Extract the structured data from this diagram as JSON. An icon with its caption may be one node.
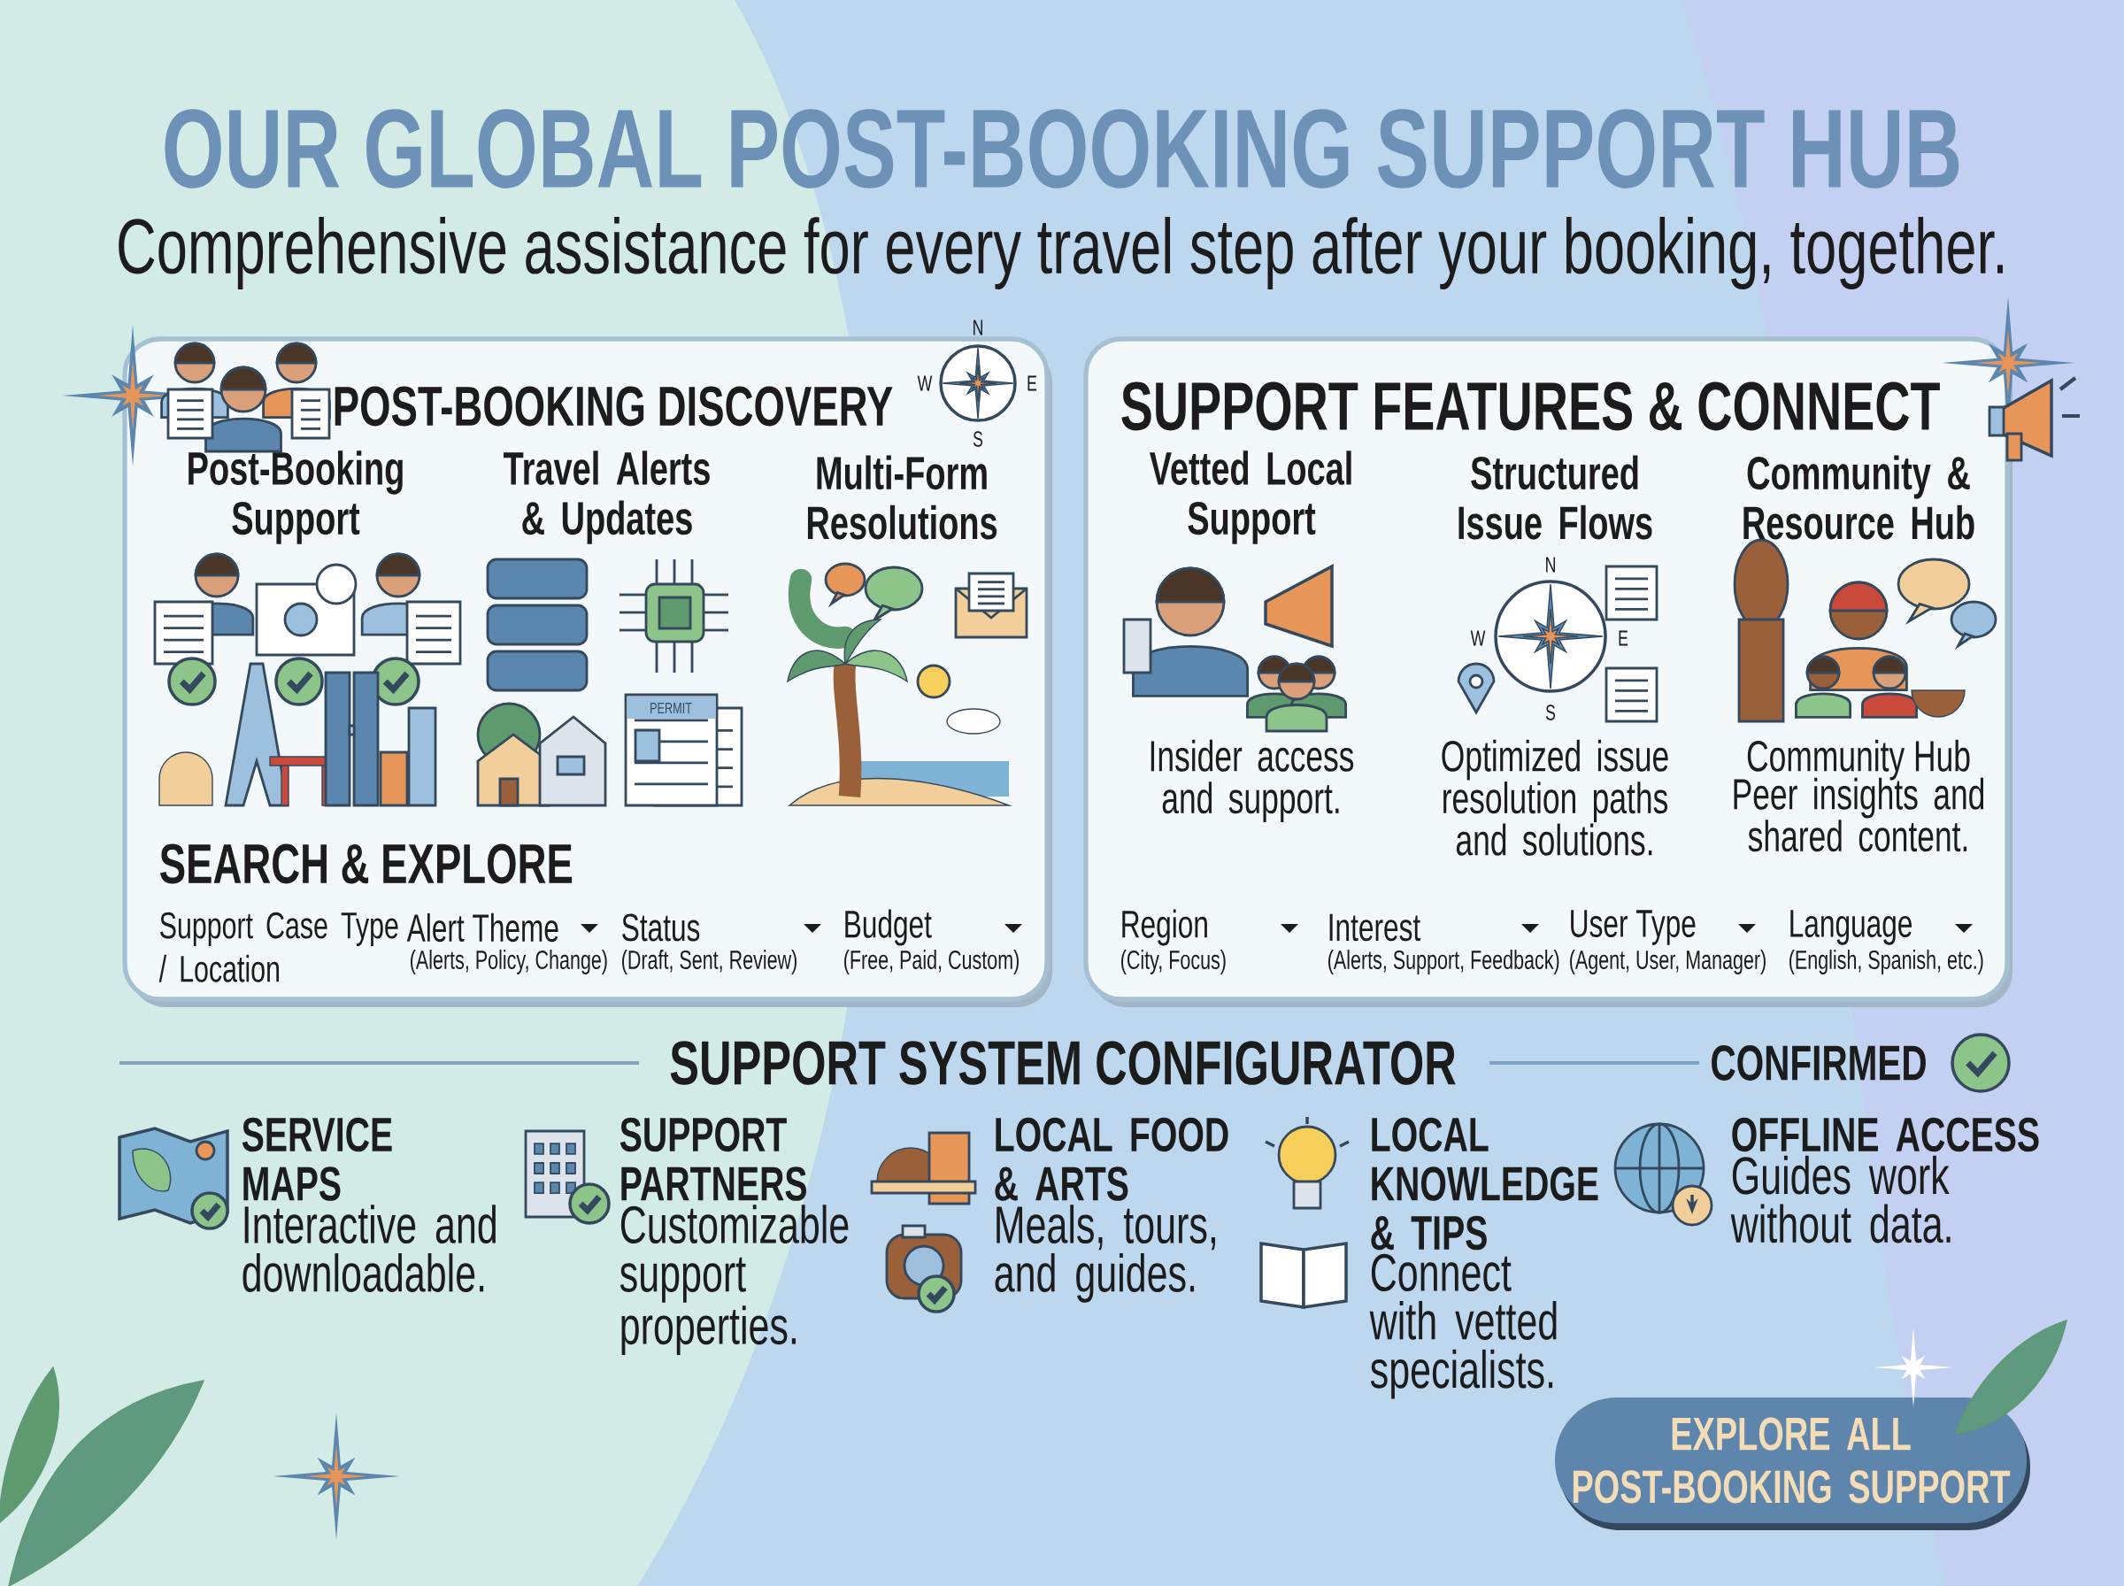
{
  "diagram": {
    "title": "OUR GLOBAL POST-BOOKING SUPPORT HUB",
    "nodes": [
      {
        "text": [
          "POST-BOOKING DISCOVERY"
        ]
      },
      {
        "text": [
          "SUPPORT FEATURES & CONNECT"
        ]
      },
      {
        "text": [
          "EXPLORE ALL POST-BOOKING SUPPORT"
        ]
      }
    ],
    "labels": [
      "Comprehensive assistance for every travel step after your booking, together.",
      "N",
      "E",
      "S",
      "W",
      "Post-Booking Support",
      "Travel Alerts & Updates",
      "Multi-Form Resolutions",
      "PERMIT",
      "SEARCH & EXPLORE",
      "Support Case Type / Location",
      "Alert Theme",
      "(Alerts, Policy, Change)",
      "Status",
      "(Draft, Sent, Review)",
      "Budget",
      "(Free, Paid, Custom)",
      "Vetted Local Support",
      "Structured Issue Flows",
      "Community & Resource Hub",
      "N",
      "E",
      "S",
      "W",
      "Insider access and support.",
      "Optimized issue resolution paths and solutions.",
      "Community Hub",
      "Peer insights and shared content.",
      "Region",
      "(City, Focus)",
      "Interest",
      "(Alerts, Support, Feedback)",
      "User Type",
      "(Agent, User, Manager)",
      "Language",
      "(English, Spanish, etc.)",
      "SUPPORT SYSTEM CONFIGURATOR",
      "CONFIRMED",
      "SERVICE MAPS",
      "Interactive and downloadable.",
      "SUPPORT PARTNERS",
      "Customizable support properties.",
      "LOCAL FOOD & ARTS",
      "Meals, tours, and guides.",
      "LOCAL KNOWLEDGE & TIPS",
      "Connect with vetted specialists.",
      "OFFLINE ACCESS",
      "Guides work without data."
    ]
  }
}
